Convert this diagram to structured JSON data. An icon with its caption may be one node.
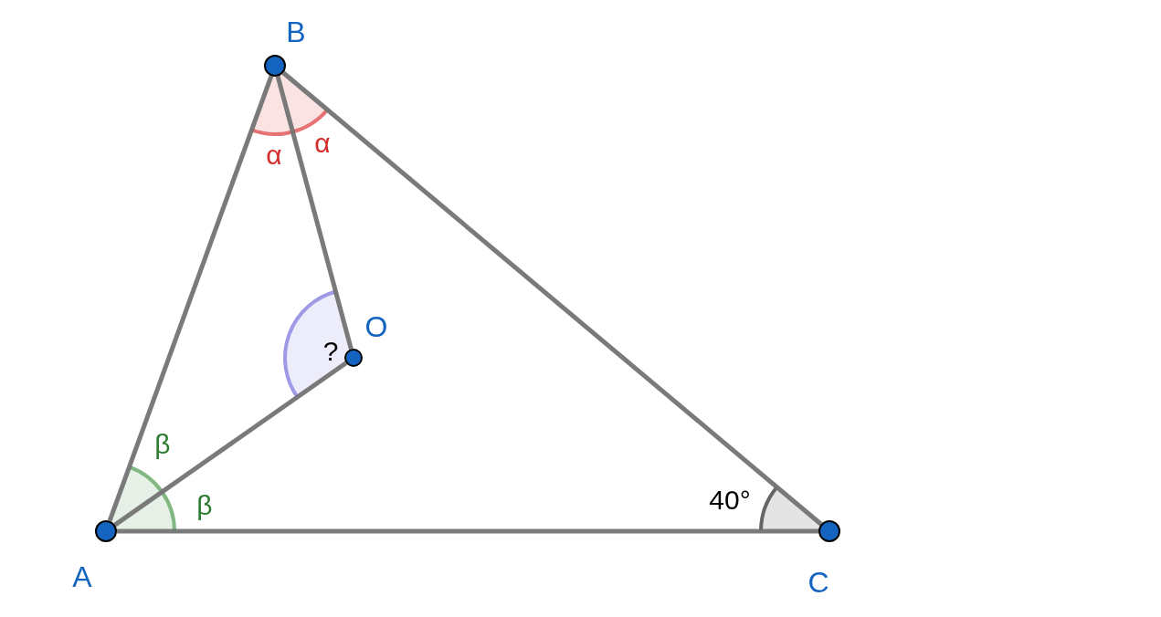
{
  "diagram": {
    "nodes": [
      {
        "text": [],
        "shape": "circle",
        "beside": [
          "B"
        ]
      },
      {
        "text": [],
        "shape": "circle",
        "beside": [
          "O"
        ]
      },
      {
        "text": [],
        "shape": "circle",
        "beside": [
          "A"
        ]
      },
      {
        "text": [],
        "shape": "circle",
        "beside": [
          "C"
        ]
      }
    ],
    "edges": [
      {
        "from": 2,
        "to": 0,
        "arrow": "none"
      },
      {
        "from": 0,
        "to": 3,
        "arrow": "none"
      },
      {
        "from": 2,
        "to": 3,
        "arrow": "none"
      },
      {
        "from": 0,
        "to": 1,
        "arrow": "none"
      },
      {
        "from": 2,
        "to": 1,
        "arrow": "none"
      }
    ],
    "labels": [
      "α",
      "α",
      "?",
      "β",
      "β",
      "40°"
    ]
  }
}
